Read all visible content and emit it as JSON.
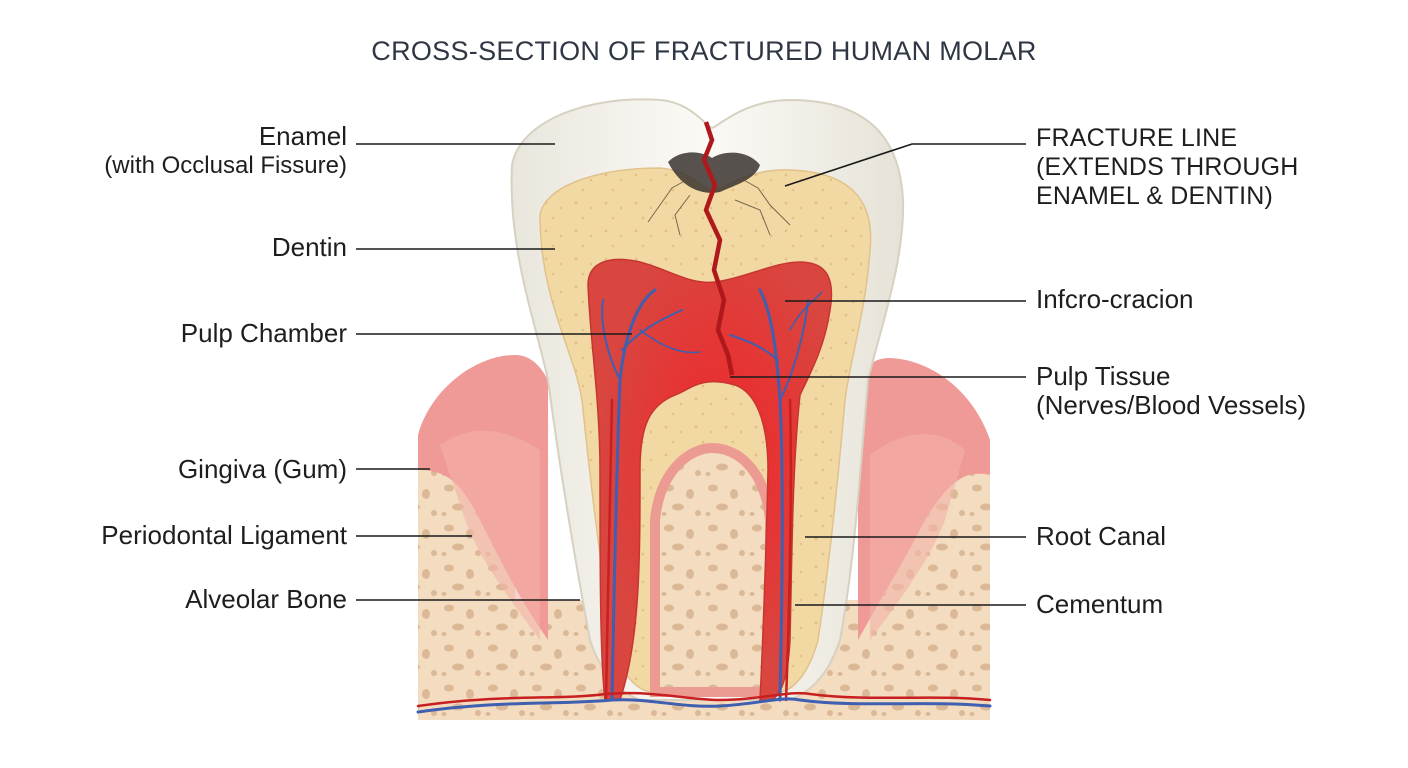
{
  "title": "CROSS-SECTION OF  FRACTURED HUMAN MOLAR",
  "labels_left": [
    {
      "id": "enamel",
      "line1": "Enamel",
      "line2": "(with Occlusal Fissure)"
    },
    {
      "id": "dentin",
      "line1": "Dentin"
    },
    {
      "id": "pulp-chamber",
      "line1": "Pulp Chamber"
    },
    {
      "id": "gingiva",
      "line1": "Gingiva (Gum)"
    },
    {
      "id": "periodontal-ligament",
      "line1": "Periodontal Ligament"
    },
    {
      "id": "alveolar-bone",
      "line1": "Alveolar Bone"
    }
  ],
  "labels_right": [
    {
      "id": "fracture-line",
      "line1": "FRACTURE LINE",
      "line2": "(EXTENDS THROUGH",
      "line3": "ENAMEL & DENTIN)"
    },
    {
      "id": "infcro-cracion",
      "line1": "Infcro-cracion"
    },
    {
      "id": "pulp-tissue",
      "line1": "Pulp Tissue",
      "line2": "(Nerves/Blood Vessels)"
    },
    {
      "id": "root-canal",
      "line1": "Root Canal"
    },
    {
      "id": "cementum",
      "line1": "Cementum"
    }
  ],
  "colors": {
    "enamel": "#f3f1ea",
    "dentin": "#f2d9a3",
    "pulp": "#e0443f",
    "gum": "#ef9a96",
    "bone": "#f3dcc0",
    "nerve": "#3f5fb0",
    "fracture": "#b0191b",
    "leader": "#1a1a1a"
  }
}
